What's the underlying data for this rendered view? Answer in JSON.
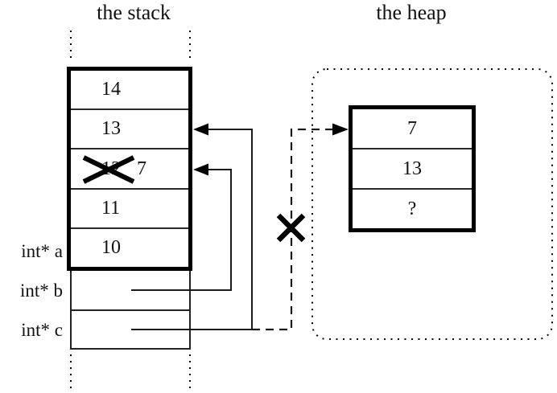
{
  "titles": {
    "stack": "the stack",
    "heap": "the heap"
  },
  "stack": {
    "cells": [
      {
        "value": "14"
      },
      {
        "value": "13"
      },
      {
        "crossed_value": "12",
        "value": "7"
      },
      {
        "value": "11"
      },
      {
        "value": "10"
      }
    ],
    "variables": [
      {
        "label": "int* a"
      },
      {
        "label": "int* b"
      },
      {
        "label": "int* c"
      }
    ]
  },
  "heap": {
    "cells": [
      {
        "value": "7"
      },
      {
        "value": "13"
      },
      {
        "value": "?"
      }
    ]
  },
  "colors": {
    "ink": "#000000",
    "background": "#ffffff"
  }
}
